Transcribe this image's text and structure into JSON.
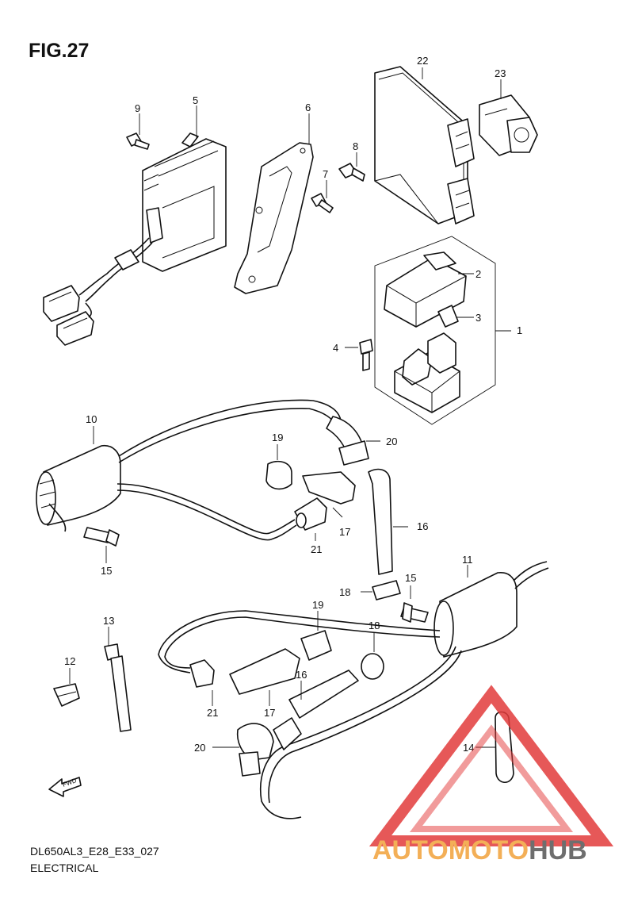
{
  "figure": {
    "title": "FIG.27",
    "code": "DL650AL3_E28_E33_027",
    "section": "ELECTRICAL"
  },
  "callouts": [
    "1",
    "2",
    "3",
    "4",
    "5",
    "6",
    "7",
    "8",
    "9",
    "10",
    "11",
    "12",
    "13",
    "14",
    "15",
    "15",
    "16",
    "16",
    "17",
    "17",
    "18",
    "18",
    "19",
    "19",
    "20",
    "20",
    "21",
    "21",
    "22",
    "23"
  ],
  "fwd_label": "FWD",
  "watermark": {
    "brand_a": "AUTOMOTO",
    "brand_b": "HUB",
    "color_a": "#f2a23a",
    "color_b": "#555555",
    "triangle_color": "#e23b3b"
  }
}
